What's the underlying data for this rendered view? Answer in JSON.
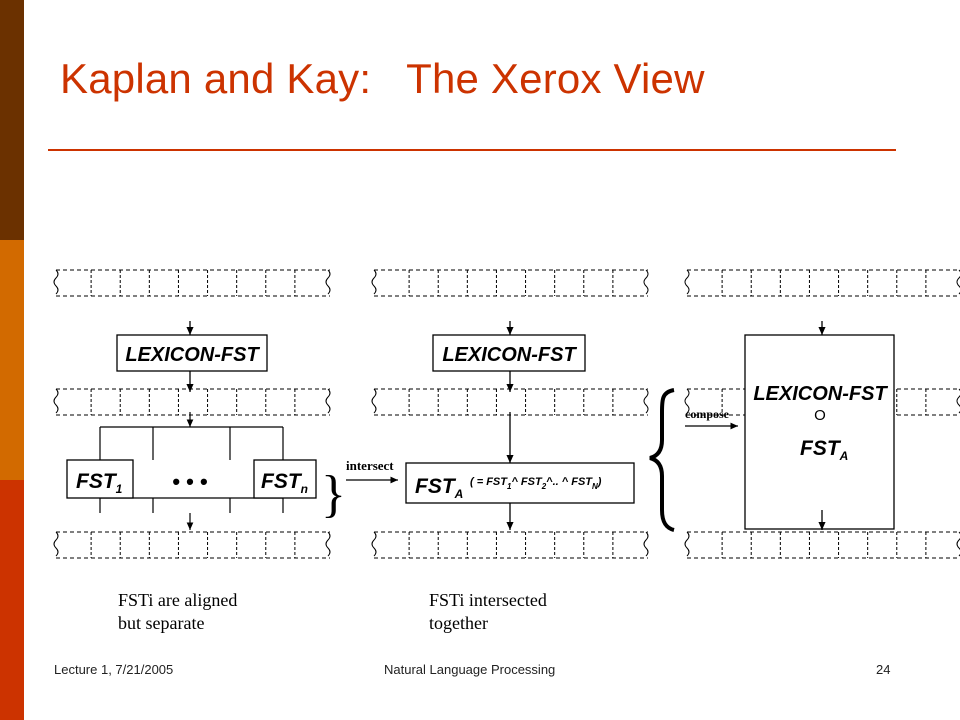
{
  "slide": {
    "title_left": "Kaplan and Kay:",
    "title_right": "The Xerox View",
    "accent_color": "#cc3300",
    "side_bar_colors": [
      "#6b3100",
      "#d26a00",
      "#cc3300"
    ]
  },
  "diagram": {
    "panel1": {
      "lexicon_label": "LEXICON-FST",
      "fst_main": "FST",
      "fst1_sub": "1",
      "fstn_sub": "n",
      "dots": "• • •"
    },
    "arrow_intersect_label": "intersect",
    "panel2": {
      "lexicon_label": "LEXICON-FST",
      "fst_main": "FST",
      "fst_sub": "A",
      "formula": {
        "open": "( = FST",
        "s1": "1",
        "caret1": "^ FST",
        "s2": "2",
        "caret2": "^.. ^ FST",
        "sN": "N",
        "close": ")"
      }
    },
    "arrow_compose_label": "compose",
    "panel3": {
      "lexicon_label": "LEXICON-FST",
      "compose_symbol": "O",
      "fst_main": "FST",
      "fst_sub": "A"
    }
  },
  "captions": {
    "left_line1": "FSTi are aligned",
    "left_line2": "but separate",
    "right_line1": "FSTi intersected",
    "right_line2": "together"
  },
  "footer": {
    "left": "Lecture 1, 7/21/2005",
    "center": "Natural Language Processing",
    "right": "24"
  }
}
